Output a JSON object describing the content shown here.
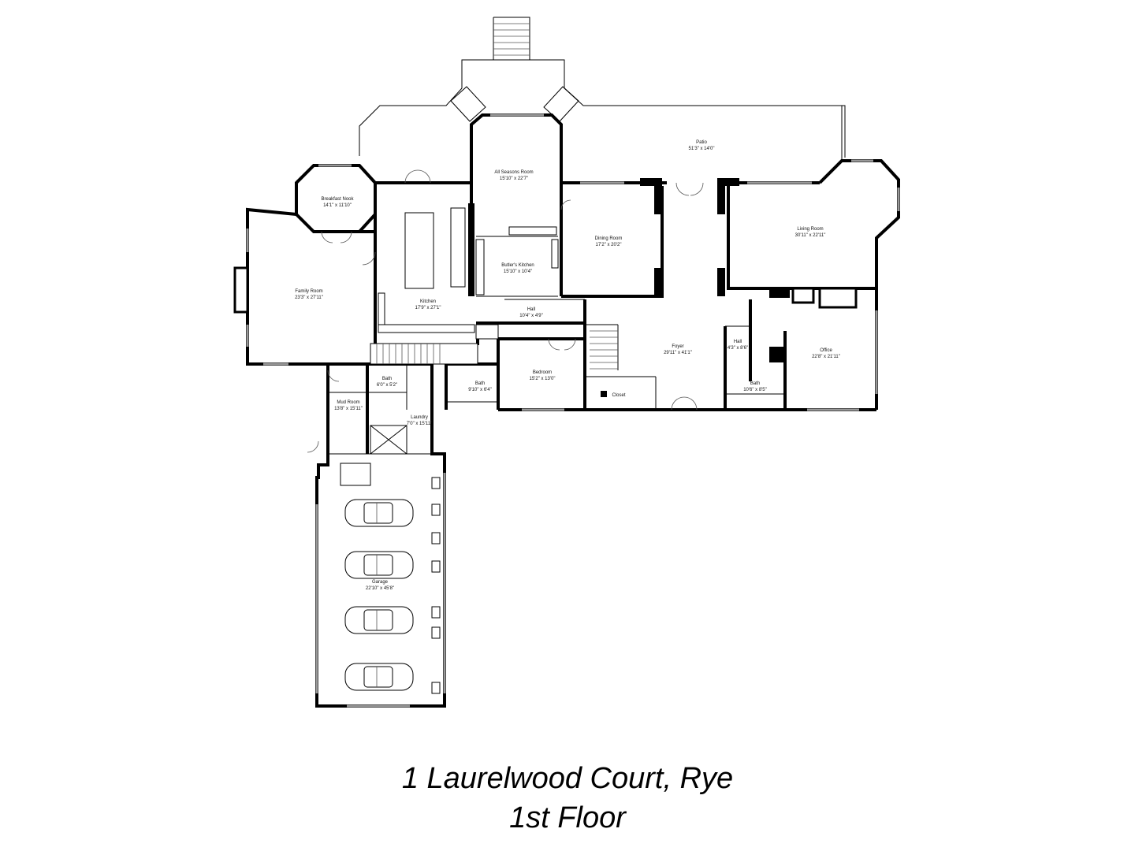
{
  "title": "1 Laurelwood Court, Rye",
  "subtitle": "1st Floor",
  "rooms": {
    "patio": {
      "name": "Patio",
      "dims": "51'3\" x 14'0\""
    },
    "all_seasons": {
      "name": "All Seasons Room",
      "dims": "15'10\" x 22'7\""
    },
    "breakfast_nook": {
      "name": "Breakfast Nook",
      "dims": "14'1\" x 11'10\""
    },
    "family_room": {
      "name": "Family Room",
      "dims": "23'3\" x 27'11\""
    },
    "kitchen": {
      "name": "Kitchen",
      "dims": "17'9\" x 27'1\""
    },
    "butlers_kitchen": {
      "name": "Butler's Kitchen",
      "dims": "15'10\" x 10'4\""
    },
    "dining_room": {
      "name": "Dining Room",
      "dims": "17'2\" x 20'2\""
    },
    "living_room": {
      "name": "Living Room",
      "dims": "30'11\" x 22'11\""
    },
    "hall_1": {
      "name": "Hall",
      "dims": "10'4\" x 4'9\""
    },
    "hall_2": {
      "name": "Hall",
      "dims": "4'3\" x 8'6\""
    },
    "foyer": {
      "name": "Foyer",
      "dims": "29'11\" x 41'1\""
    },
    "office": {
      "name": "Office",
      "dims": "22'8\" x 21'11\""
    },
    "bedroom": {
      "name": "Bedroom",
      "dims": "15'2\" x 13'0\""
    },
    "bath_1": {
      "name": "Bath",
      "dims": "6'0\" x 5'2\""
    },
    "bath_2": {
      "name": "Bath",
      "dims": "9'10\" x 6'4\""
    },
    "bath_3": {
      "name": "Bath",
      "dims": "10'6\" x 8'5\""
    },
    "closet": {
      "name": "Closet"
    },
    "mud_room": {
      "name": "Mud Room",
      "dims": "13'8\" x 15'11\""
    },
    "laundry": {
      "name": "Laundry",
      "dims": "7'0\" x 15'11\""
    },
    "garage": {
      "name": "Garage",
      "dims": "22'10\" x 45'8\""
    }
  }
}
